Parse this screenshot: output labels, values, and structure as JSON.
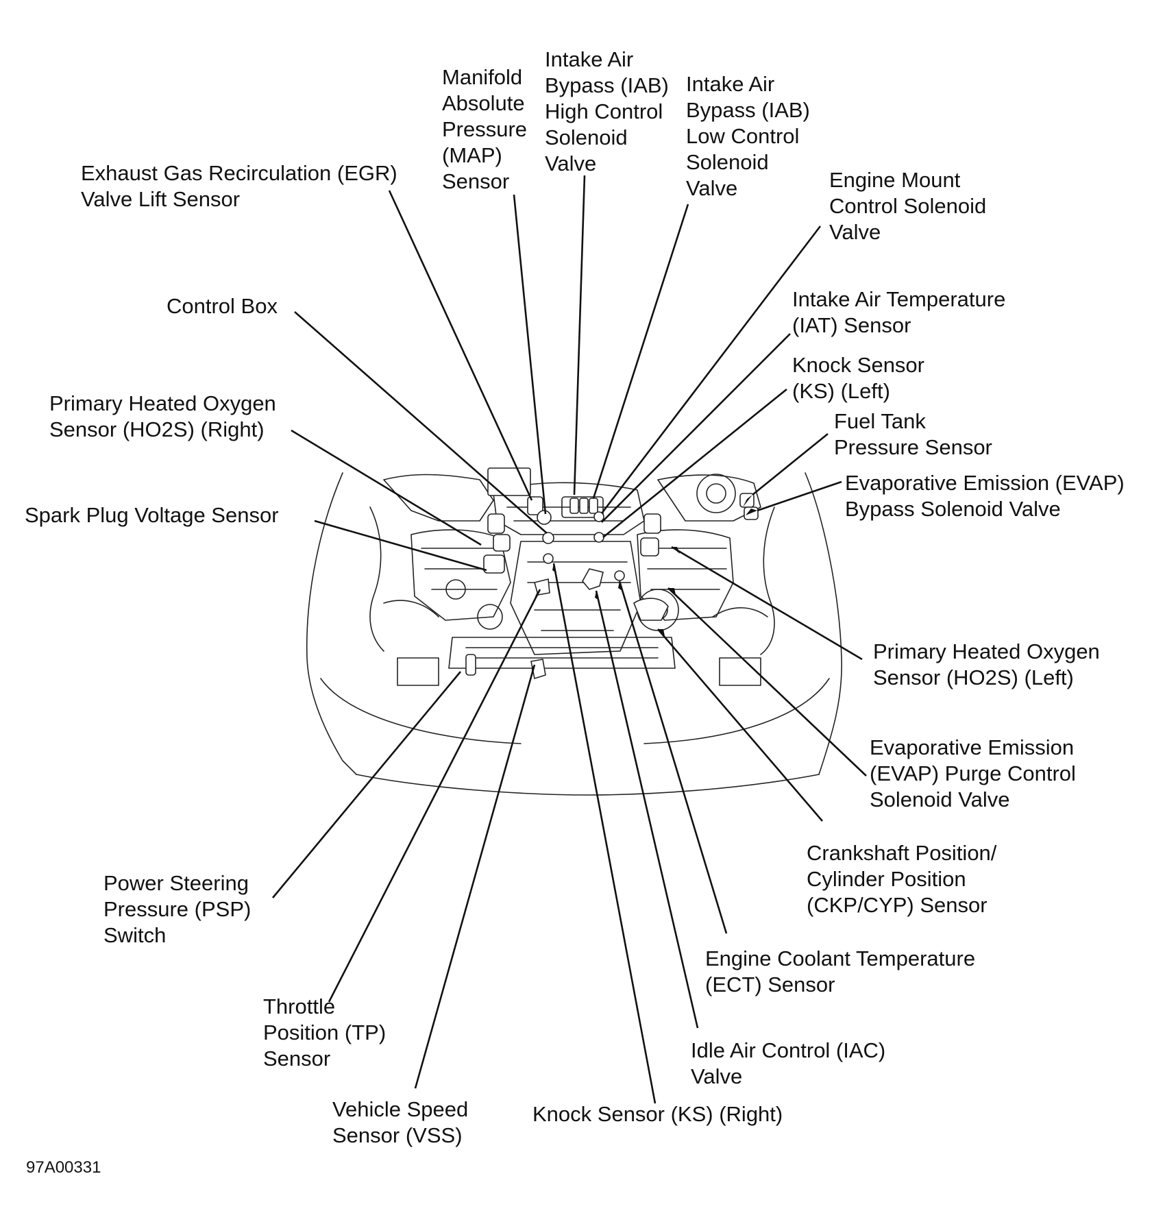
{
  "figure_id": "97A00331",
  "labels": {
    "egr": [
      "Exhaust Gas Recirculation (EGR)",
      "Valve Lift Sensor"
    ],
    "map": [
      "Manifold",
      "Absolute",
      "Pressure",
      "(MAP)",
      "Sensor"
    ],
    "iab_high": [
      "Intake Air",
      "Bypass (IAB)",
      "High Control",
      "Solenoid",
      "Valve"
    ],
    "iab_low": [
      "Intake Air",
      "Bypass (IAB)",
      "Low Control",
      "Solenoid",
      "Valve"
    ],
    "engine_mount": [
      "Engine Mount",
      "Control Solenoid",
      "Valve"
    ],
    "control_box": [
      "Control Box"
    ],
    "iat": [
      "Intake Air Temperature",
      "(IAT) Sensor"
    ],
    "ks_left": [
      "Knock Sensor",
      "(KS) (Left)"
    ],
    "fuel_tank": [
      "Fuel Tank",
      "Pressure Sensor"
    ],
    "ho2s_right": [
      "Primary Heated Oxygen",
      "Sensor (HO2S) (Right)"
    ],
    "evap_bypass": [
      "Evaporative Emission (EVAP)",
      "Bypass Solenoid Valve"
    ],
    "spark_plug": [
      "Spark Plug Voltage Sensor"
    ],
    "ho2s_left": [
      "Primary Heated Oxygen",
      "Sensor (HO2S) (Left)"
    ],
    "evap_purge": [
      "Evaporative Emission",
      "(EVAP) Purge Control",
      "Solenoid Valve"
    ],
    "ckp": [
      "Crankshaft Position/",
      "Cylinder Position",
      "(CKP/CYP) Sensor"
    ],
    "psp": [
      "Power Steering",
      "Pressure (PSP)",
      "Switch"
    ],
    "ect": [
      "Engine Coolant Temperature",
      "(ECT) Sensor"
    ],
    "tp": [
      "Throttle",
      "Position (TP)",
      "Sensor"
    ],
    "iac": [
      "Idle Air Control (IAC)",
      "Valve"
    ],
    "vss": [
      "Vehicle Speed",
      "Sensor (VSS)"
    ],
    "ks_right": [
      "Knock Sensor (KS) (Right)"
    ]
  }
}
